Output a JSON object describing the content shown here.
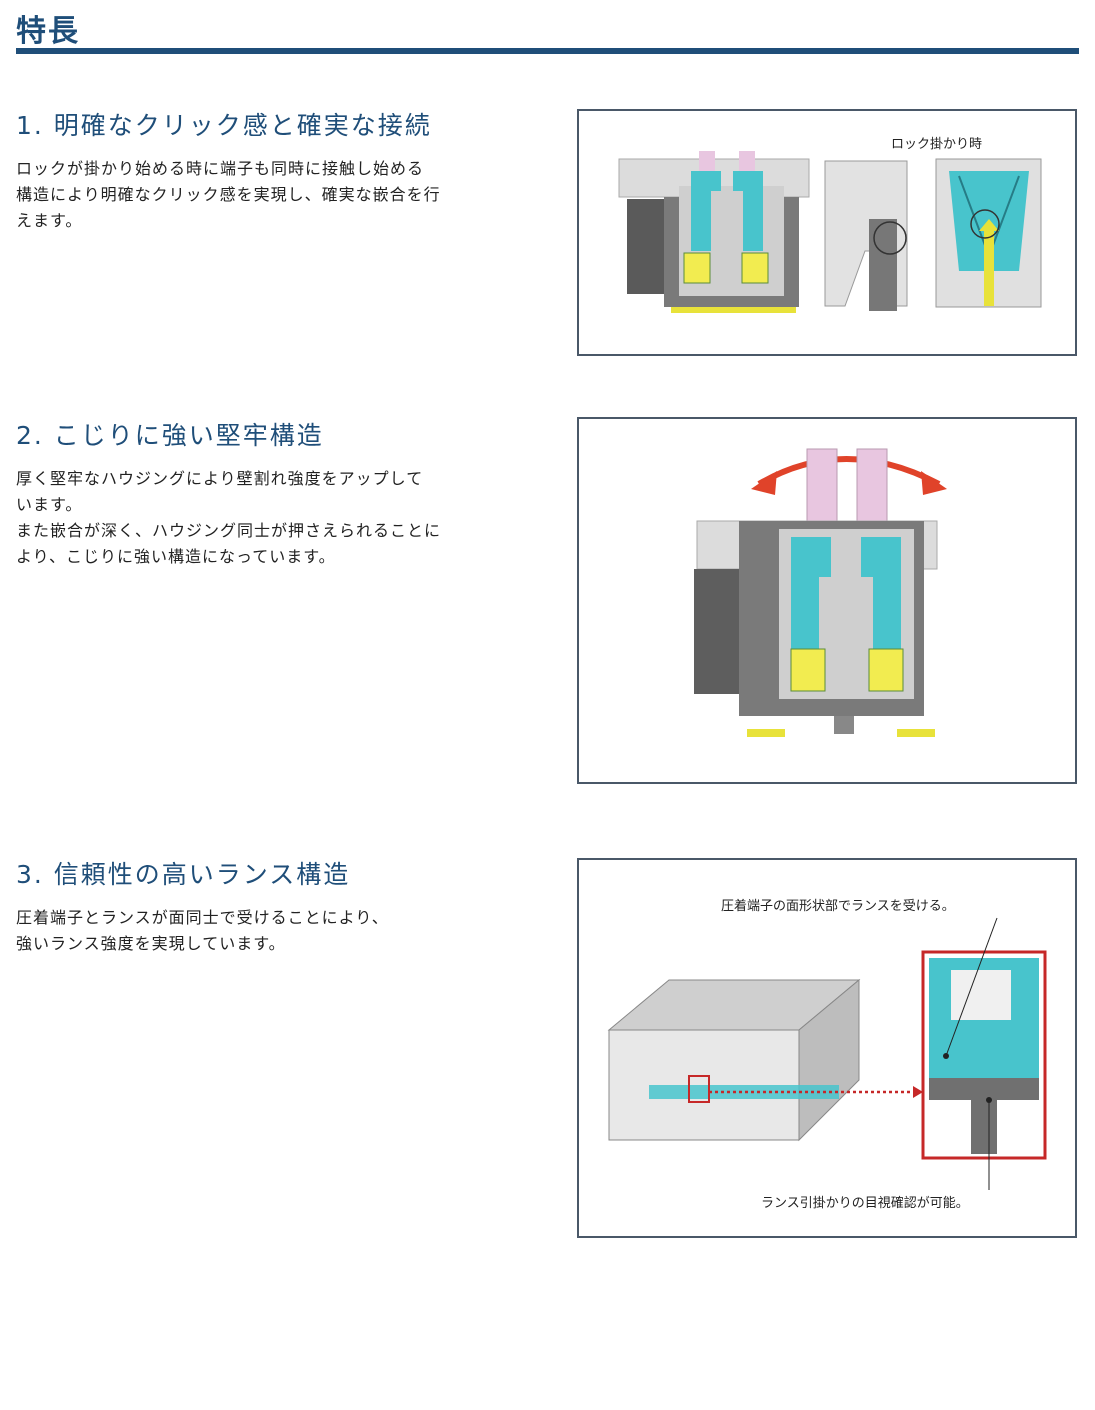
{
  "page": {
    "title": "特長"
  },
  "sections": [
    {
      "heading": "1. 明確なクリック感と確実な接続",
      "body": "ロックが掛かり始める時に端子も同時に接触し始める\n構造により明確なクリック感を実現し、確実な嵌合を行\nえます。",
      "figure_caption": "ロック掛かり時"
    },
    {
      "heading": "2. こじりに強い堅牢構造",
      "body": "厚く堅牢なハウジングにより壁割れ強度をアップして\nいます。\nまた嵌合が深く、ハウジング同士が押さえられることに\nより、こじりに強い構造になっています。"
    },
    {
      "heading": "3. 信頼性の高いランス構造",
      "body": "圧着端子とランスが面同士で受けることにより、\n強いランス強度を実現しています。",
      "figure_caption_top": "圧着端子の面形状部でランスを受ける。",
      "figure_caption_bottom": "ランス引掛かりの目視確認が可能。"
    }
  ],
  "colors": {
    "brand": "#1f4e79",
    "cyan": "#48c4cc",
    "pink": "#e8c6e0",
    "yellow": "#e8e23a",
    "gray_dark": "#6e6e6e",
    "gray_light": "#d9d9d9",
    "red": "#e0432a",
    "frame": "#4a5868"
  }
}
